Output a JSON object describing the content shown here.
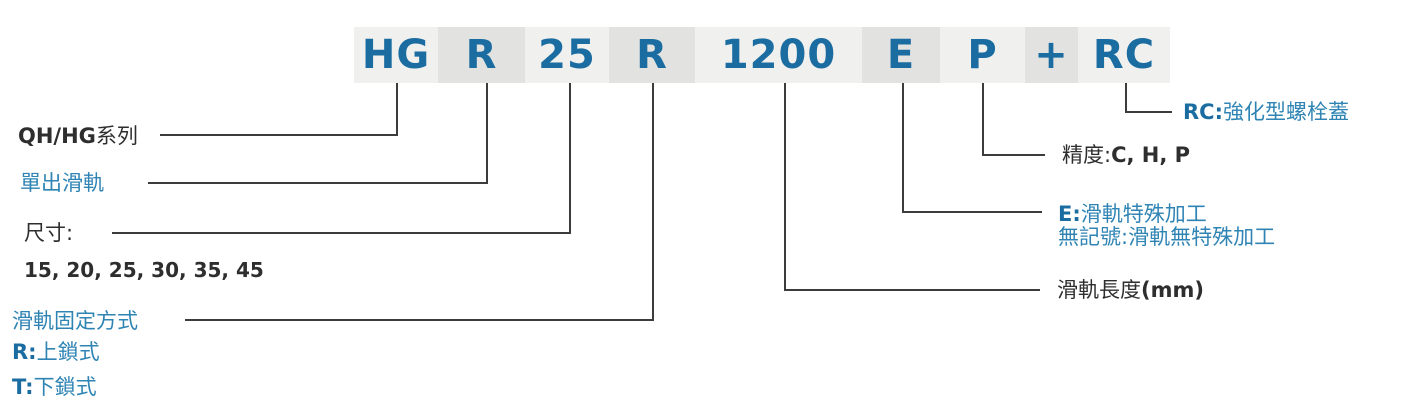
{
  "diagram_title": "model-number-code-breakdown",
  "colors": {
    "accent_blue": "#2f84b4",
    "accent_blue_dark": "#1b6da1",
    "text_dark": "#2e2e2e",
    "line": "#3c3c3c",
    "band_light": "#f0f0ee",
    "band_dark": "#e2e2e0",
    "background": "#ffffff"
  },
  "code": {
    "segments": [
      {
        "text": "HG"
      },
      {
        "text": "R"
      },
      {
        "text": "25"
      },
      {
        "text": "R"
      },
      {
        "text": "1200"
      },
      {
        "text": "E"
      },
      {
        "text": "P"
      },
      {
        "text": "+"
      },
      {
        "text": "RC"
      }
    ]
  },
  "labels": {
    "series": {
      "latin": "QH/HG",
      "cjk": "系列"
    },
    "single_rail": {
      "text": "單出滑軌"
    },
    "size": {
      "title": "尺寸:",
      "values": "15, 20, 25, 30, 35, 45"
    },
    "fixing": {
      "title": "滑軌固定方式",
      "r_prefix": "R:",
      "r_text": "上鎖式",
      "t_prefix": "T:",
      "t_text": "下鎖式"
    },
    "length": {
      "cjk": "滑軌長度",
      "latin": "(mm)"
    },
    "special": {
      "e_prefix": "E:",
      "e_text": "滑軌特殊加工",
      "none_text": "無記號:滑軌無特殊加工"
    },
    "precision": {
      "cjk": "精度:",
      "latin": "C, H, P"
    },
    "rc": {
      "prefix": "RC:",
      "text": "強化型螺栓蓋"
    }
  }
}
